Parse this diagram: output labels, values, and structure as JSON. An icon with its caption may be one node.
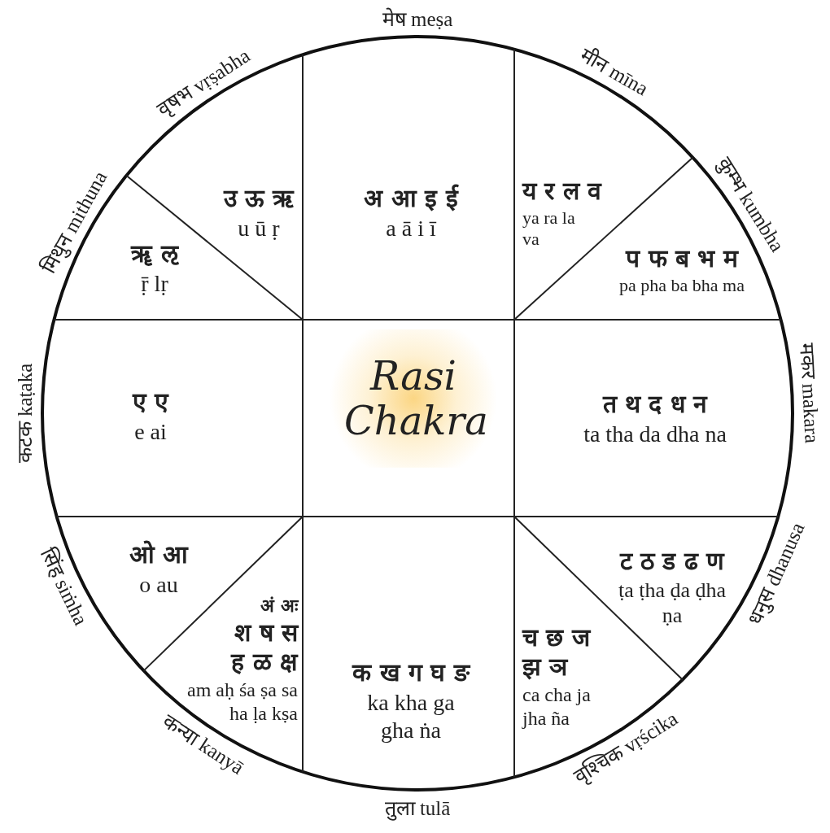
{
  "diagram": {
    "nodes": [
      {
        "text": [
          "उ ऊ ऋ",
          "u ū ṛ"
        ]
      },
      {
        "text": [
          "ॠ ऌ",
          "ṝ lṛ"
        ]
      },
      {
        "text": [
          "अ आ इ ई",
          "a ā i ī"
        ]
      },
      {
        "text": [
          "य र ल व",
          "ya ra la va"
        ]
      },
      {
        "text": [
          "प फ ब भ म",
          "pa pha ba bha ma"
        ]
      },
      {
        "text": [
          "ए ए",
          "e ai"
        ]
      },
      {
        "text": [
          "Rasi Chakra"
        ]
      },
      {
        "text": [
          "त थ द ध न",
          "ta tha da dha na"
        ]
      },
      {
        "text": [
          "ओ आ",
          "o au"
        ]
      },
      {
        "text": [
          "अं अः",
          "श ष स ह ळ क्ष",
          "am aḥ śa ṣa sa ha ḷa kṣa"
        ]
      },
      {
        "text": [
          "क ख ग घ ङ",
          "ka kha ga gha ṅa"
        ]
      },
      {
        "text": [
          "ट ठ ड ढ ण",
          "ṭa ṭha ḍa ḍha ṇa"
        ]
      },
      {
        "text": [
          "च छ ज झ ञ",
          "ca cha ja jha ña"
        ]
      }
    ],
    "labels": [
      "मेष meṣa",
      "मीन mīna",
      "कुम्भ kumbha",
      "मकर makara",
      "धनुस dhanusa",
      "वृश्चिक vṛścika",
      "तुला tulā",
      "कन्या kanyā",
      "सिंह siṁha",
      "कटक kaṭaka",
      "मिथुन mithuna",
      "वृषभ vṛṣabha"
    ]
  }
}
